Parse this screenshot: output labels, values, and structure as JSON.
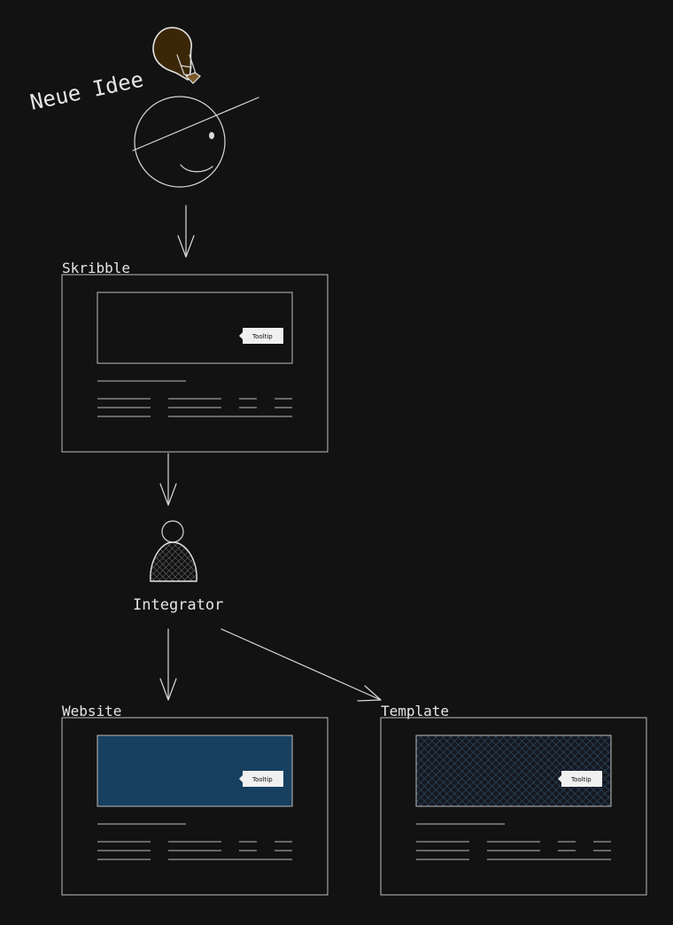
{
  "title": "Neue Idee",
  "nodes": {
    "skribble": {
      "label": "Skribble",
      "tooltip": "Tooltip"
    },
    "integrator": {
      "label": "Integrator"
    },
    "website": {
      "label": "Website",
      "tooltip": "Tooltip"
    },
    "template": {
      "label": "Template",
      "tooltip": "Tooltip"
    }
  },
  "colors": {
    "background": "#121212",
    "stroke": "#d9d9d9",
    "website_fill": "#173f5f",
    "bulb_fill": "#3b2708",
    "tooltip_bg": "#f0f0f0"
  }
}
